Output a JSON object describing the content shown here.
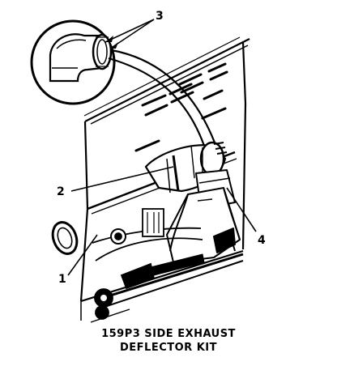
{
  "callouts": {
    "label_1": "1",
    "label_2": "2",
    "label_3": "3",
    "label_4": "4"
  },
  "caption": {
    "line1": "159P3 SIDE EXHAUST",
    "line2": "DEFLECTOR KIT"
  }
}
